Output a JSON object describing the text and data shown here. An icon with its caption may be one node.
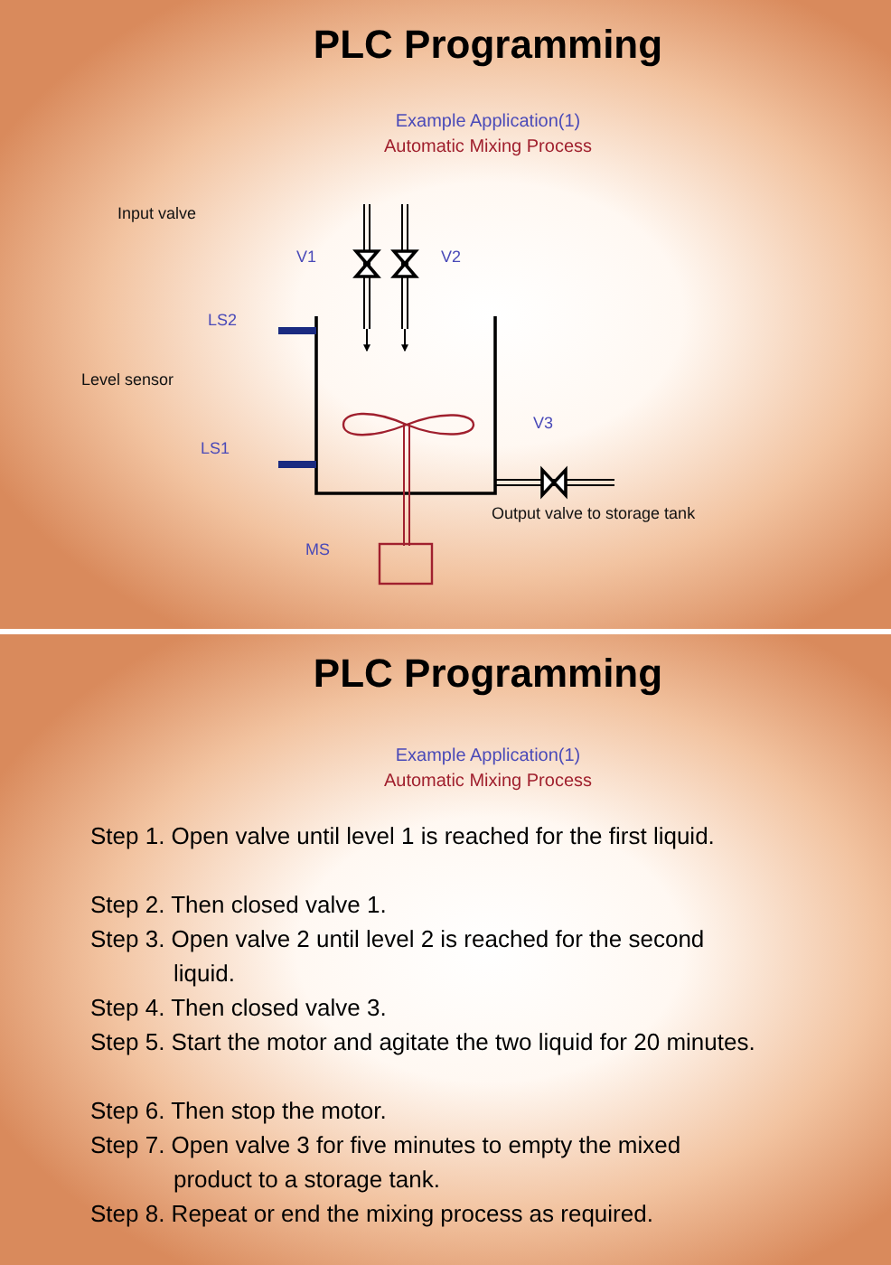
{
  "diagram": {
    "labels": [
      "PLC Programming",
      "Example Application(1)",
      "Automatic Mixing Process",
      "Input valve",
      "V1",
      "V2",
      "LS2",
      "Level sensor",
      "V3",
      "LS1",
      "Output valve to storage tank",
      "MS",
      "PLC Programming",
      "Example Application(1)",
      "Automatic Mixing Process",
      "Step 1. Open valve until level 1 is reached for the first liquid.",
      "Step 2. Then closed valve 1.",
      "Step 3. Open valve 2 until level 2 is reached for the second liquid.",
      "Step 4. Then closed valve 3.",
      "Step 5. Start the motor and agitate the two liquid for 20 minutes.",
      "Step 6. Then stop the motor.",
      "Step 7. Open valve 3 for five minutes to empty the mixed product to a storage tank.",
      "Step 8. Repeat or end the mixing process as required."
    ]
  }
}
